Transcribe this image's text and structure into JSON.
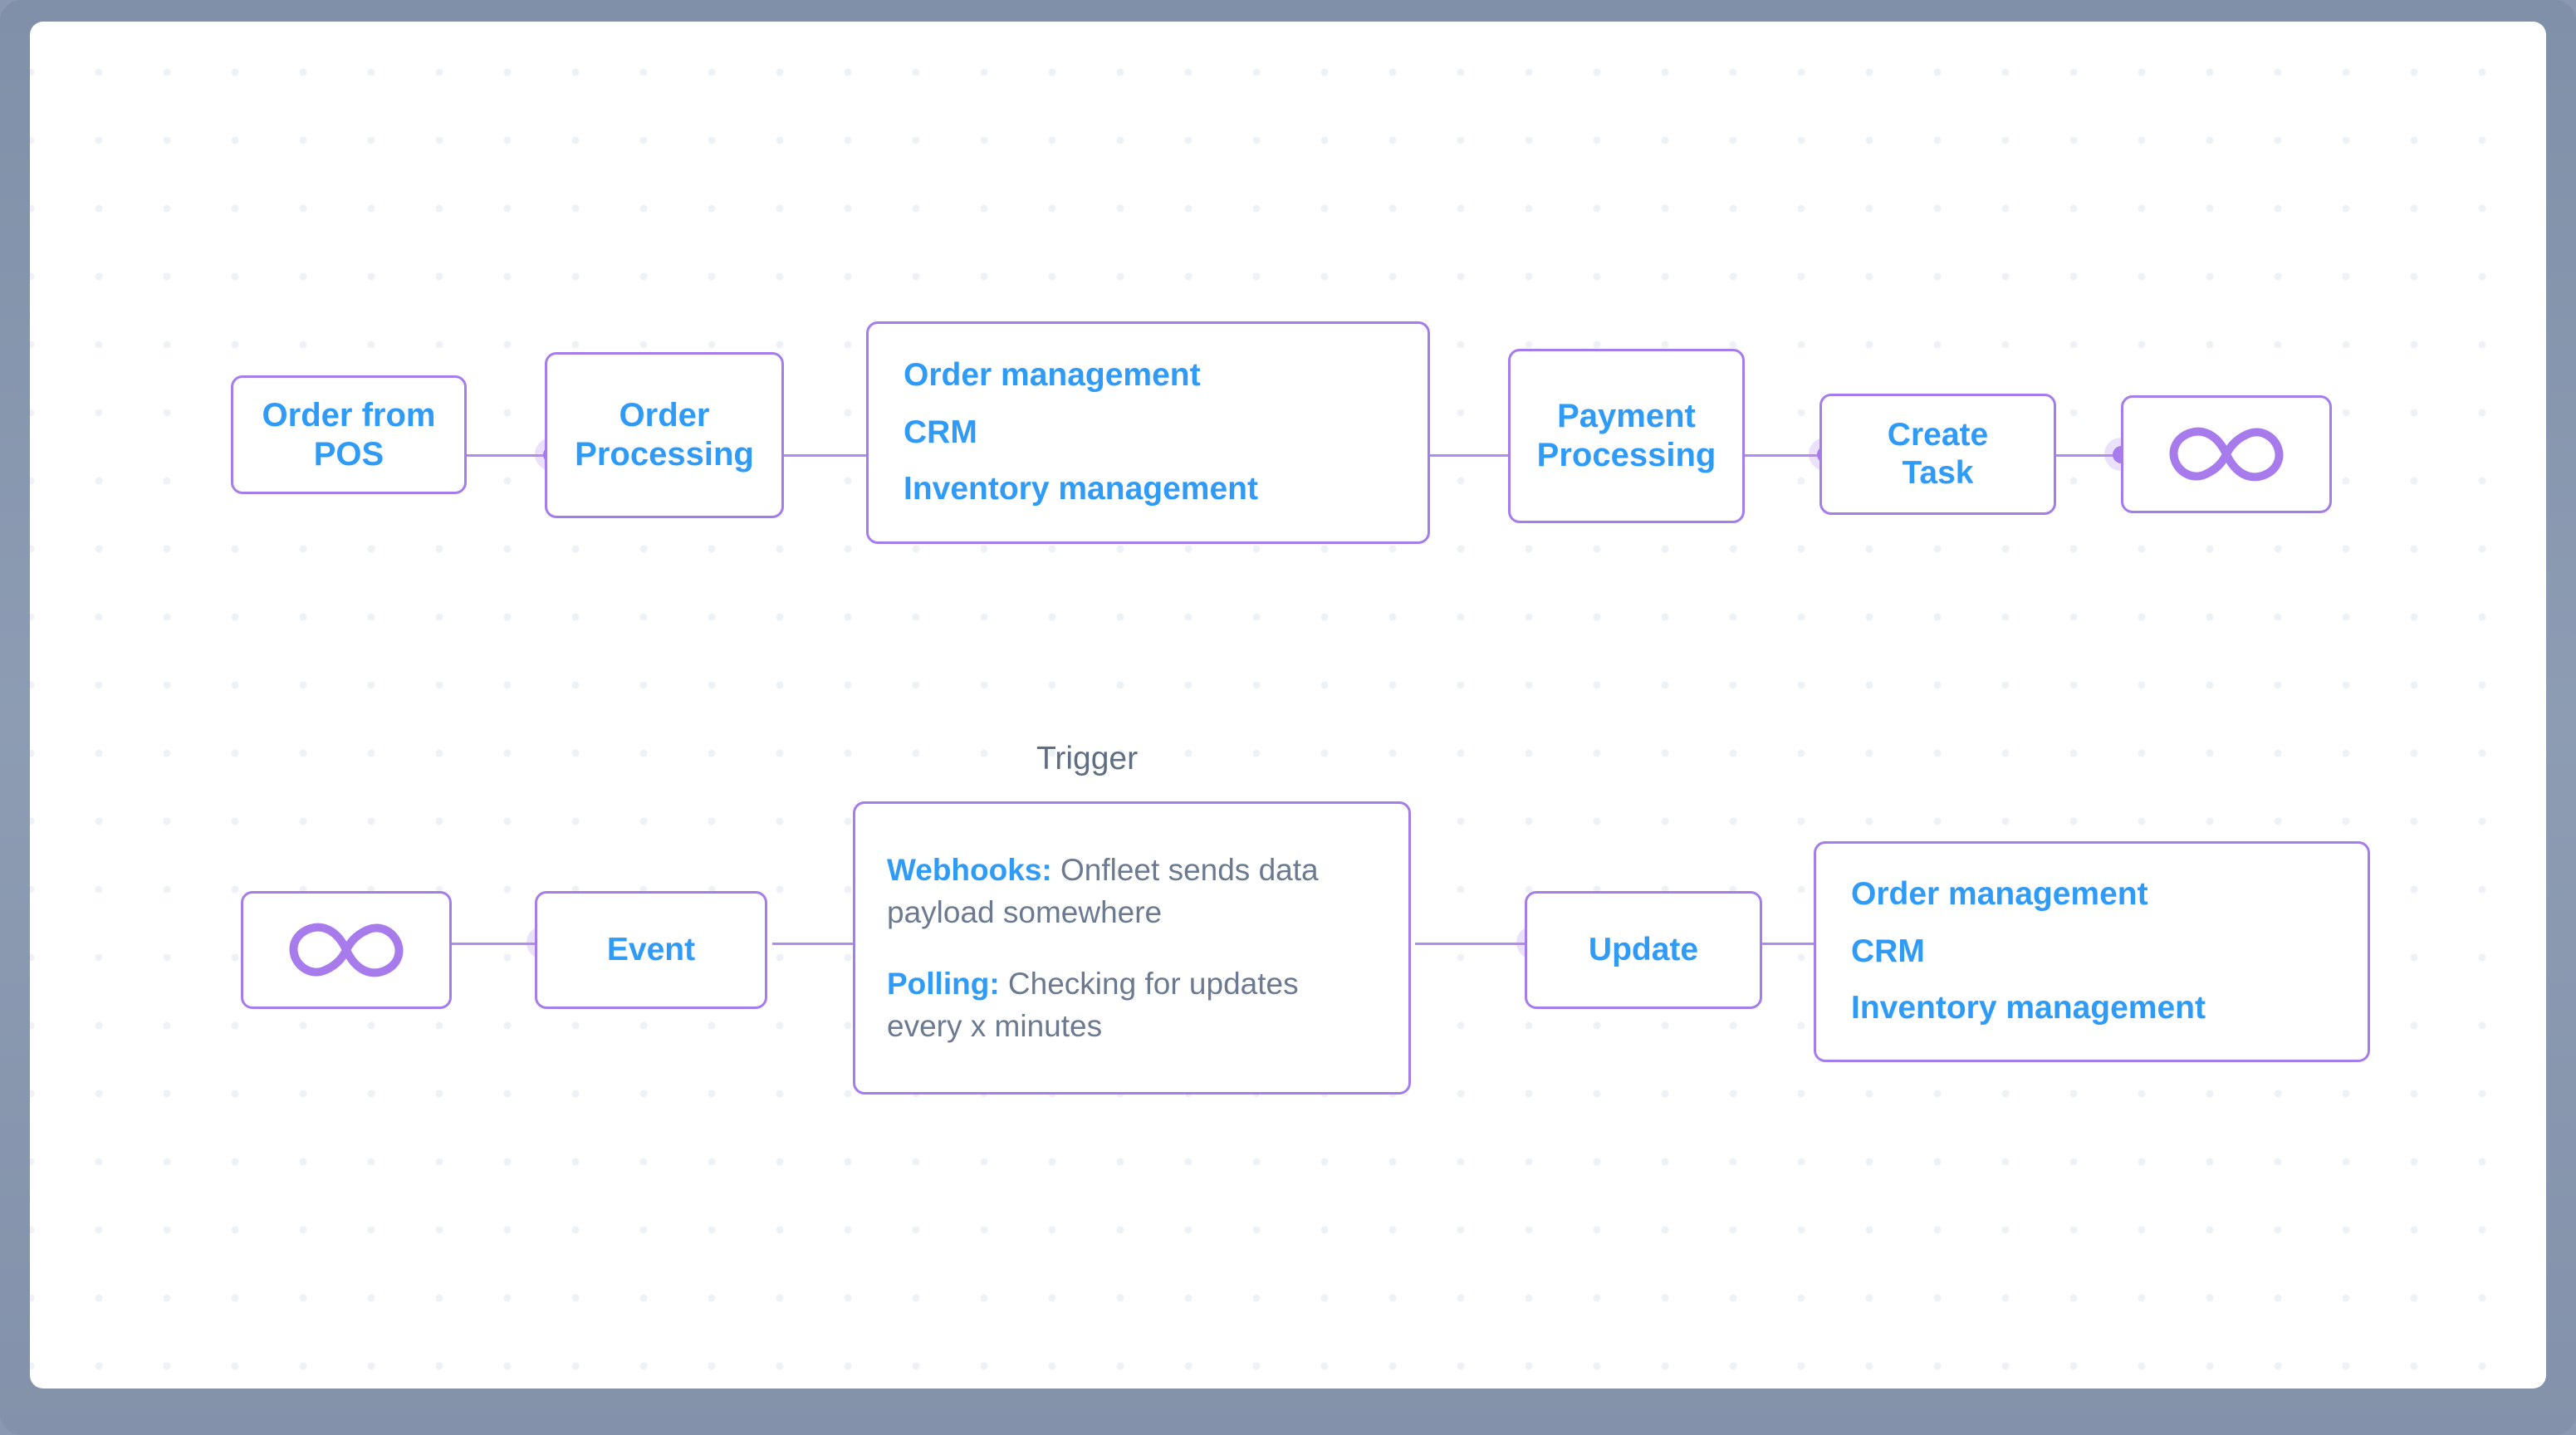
{
  "theme": {
    "frame_color": "#8a99b0",
    "canvas_color": "#ffffff",
    "dot_color": "#eef2f7",
    "node_border": "#a57cec",
    "node_text_blue": "#2f9bf7",
    "body_text_gray": "#6b7a90",
    "label_gray": "#5f6e82",
    "connector_purple": "#b18cf0"
  },
  "diagram": {
    "rows": [
      {
        "id": "order-flow-row",
        "nodes": [
          {
            "id": "order-from-pos",
            "type": "label",
            "label": "Order from\nPOS"
          },
          {
            "id": "order-processing",
            "type": "label",
            "label": "Order\nProcessing"
          },
          {
            "id": "systems-list-top",
            "type": "list",
            "items": [
              "Order management",
              "CRM",
              "Inventory management"
            ]
          },
          {
            "id": "payment-processing",
            "type": "label",
            "label": "Payment\nProcessing"
          },
          {
            "id": "create-task",
            "type": "label",
            "label": "Create\nTask"
          },
          {
            "id": "onfleet-infinity-top",
            "type": "icon",
            "icon": "infinity-icon"
          }
        ]
      },
      {
        "id": "trigger-flow-row",
        "section_label": "Trigger",
        "nodes": [
          {
            "id": "onfleet-infinity-bottom",
            "type": "icon",
            "icon": "infinity-icon"
          },
          {
            "id": "event",
            "type": "label",
            "label": "Event"
          },
          {
            "id": "trigger-details",
            "type": "rich",
            "paragraphs": [
              {
                "term": "Webhooks:",
                "text": " Onfleet sends data payload somewhere"
              },
              {
                "term": "Polling:",
                "text": " Checking for updates every x minutes"
              }
            ]
          },
          {
            "id": "update",
            "type": "label",
            "label": "Update"
          },
          {
            "id": "systems-list-bottom",
            "type": "list",
            "items": [
              "Order management",
              "CRM",
              "Inventory management"
            ]
          }
        ]
      }
    ]
  }
}
